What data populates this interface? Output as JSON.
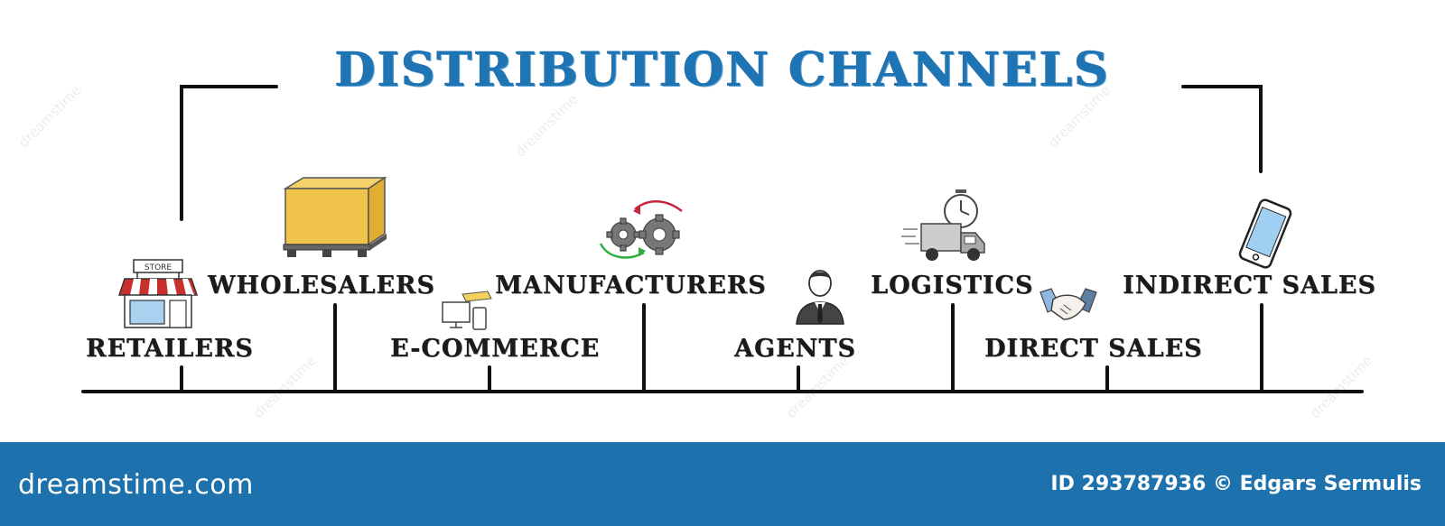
{
  "title": "DISTRIBUTION CHANNELS",
  "channels": {
    "retailers": "RETAILERS",
    "wholesalers": "WHOLESALERS",
    "ecommerce": "E-COMMERCE",
    "manufacturers": "MANUFACTURERS",
    "agents": "AGENTS",
    "logistics": "LOGISTICS",
    "direct_sales": "DIRECT SALES",
    "indirect_sales": "INDIRECT SALES"
  },
  "store_sign": "STORE",
  "footer": {
    "brand": "dreamstime.com",
    "image_id_label": "ID",
    "image_id": "293787936",
    "copyright_symbol": "©",
    "author": "Edgars Sermulis"
  },
  "watermark": "dreamstime",
  "colors": {
    "title": "#1f75b4",
    "footer_bg": "#1d72ad",
    "line": "#111111"
  },
  "icons": [
    "store-icon",
    "pallet-box-icon",
    "computer-shopping-icon",
    "gears-cycle-icon",
    "businessman-icon",
    "delivery-truck-clock-icon",
    "handshake-icon",
    "smartphone-icon"
  ]
}
